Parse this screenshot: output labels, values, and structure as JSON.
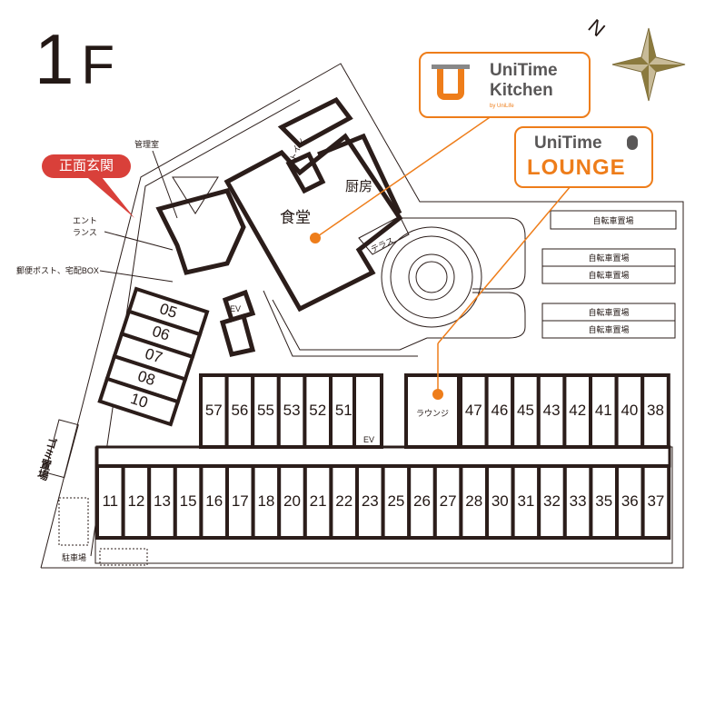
{
  "floor": {
    "number": "1",
    "suffix": "F"
  },
  "compass": {
    "north": "N"
  },
  "entrance_badge": "正面玄関",
  "labels": {
    "management": "管理室",
    "entrance_line1": "エント",
    "entrance_line2": "ランス",
    "mailbox": "郵便ポスト、宅配BOX",
    "dining": "食堂",
    "kitchen": "厨房",
    "toilet": "トイレ",
    "terrace": "テラス",
    "lounge": "ラウンジ",
    "ev": "EV",
    "garbage": "ゴミ置場",
    "parking": "駐車場"
  },
  "bike_parking": [
    "自転車置場",
    "自転車置場",
    "自転車置場",
    "自転車置場",
    "自転車置場"
  ],
  "kitchen_logo": {
    "line1": "UniTime",
    "line2": "Kitchen",
    "byline": "by UniLife"
  },
  "lounge_logo": {
    "line1": "UniTime",
    "line2": "LOUNGE"
  },
  "rooms": {
    "wing": [
      "05",
      "06",
      "07",
      "08",
      "10"
    ],
    "upper_left": [
      "57",
      "56",
      "55",
      "53",
      "52",
      "51"
    ],
    "upper_right": [
      "47",
      "46",
      "45",
      "43",
      "42",
      "41",
      "40",
      "38"
    ],
    "lower": [
      "11",
      "12",
      "13",
      "15",
      "16",
      "17",
      "18",
      "20",
      "21",
      "22",
      "23",
      "25",
      "26",
      "27",
      "28",
      "30",
      "31",
      "32",
      "33",
      "35",
      "36",
      "37"
    ]
  },
  "colors": {
    "accent": "#ee7d1a",
    "badge": "#d9403a",
    "wall": "#2b1d1a",
    "grey": "#595757"
  }
}
